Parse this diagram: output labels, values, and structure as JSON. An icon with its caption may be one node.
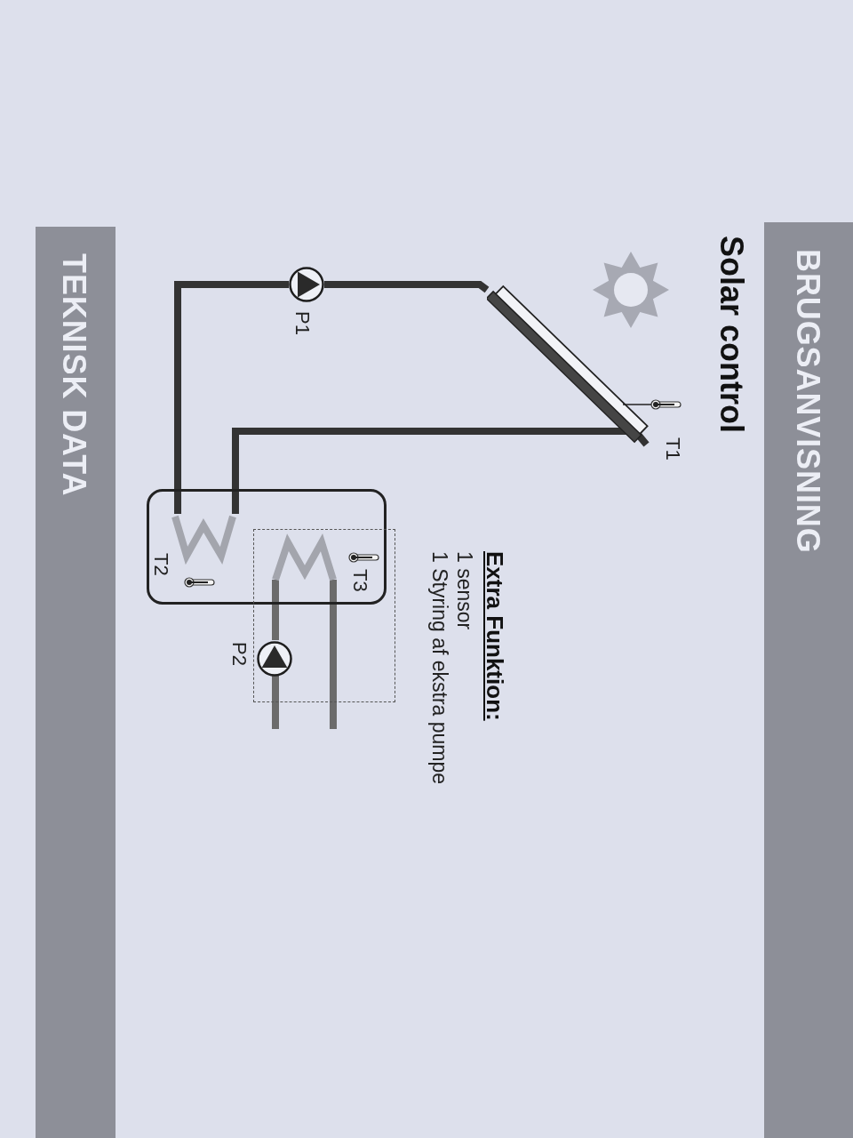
{
  "diagram": {
    "nodes": [
      {
        "text": [],
        "shape": "picture"
      },
      {
        "text": [],
        "shape": "circle",
        "beside": [
          "P1"
        ]
      },
      {
        "text": [],
        "shape": "box"
      },
      {
        "text": [],
        "shape": "coil",
        "in": 2
      },
      {
        "text": [],
        "shape": "box"
      },
      {
        "text": [],
        "shape": "coil"
      },
      {
        "text": [],
        "shape": "circle",
        "beside": [
          "P2"
        ],
        "in": 4
      }
    ],
    "edges": [
      {
        "from": 0,
        "to": 1,
        "arrow": "none"
      },
      {
        "from": 1,
        "to": 3,
        "arrow": "none"
      },
      {
        "from": 3,
        "to": 0,
        "arrow": "none"
      },
      {
        "from": 5,
        "to": 6,
        "arrow": "none",
        "color": "#6b6b6b"
      },
      {
        "from": 6,
        "to": null,
        "arrow": "none",
        "color": "#6b6b6b"
      },
      {
        "from": 5,
        "to": null,
        "arrow": "none",
        "color": "#6b6b6b"
      }
    ],
    "labels": [
      "BRUGSANVISNING",
      "Solar control",
      "T1",
      "T2",
      "T3",
      "Extra Funktion:",
      "1 sensor",
      "1 Styring af ekstra pumpe",
      "TEKNISK DATA"
    ]
  }
}
